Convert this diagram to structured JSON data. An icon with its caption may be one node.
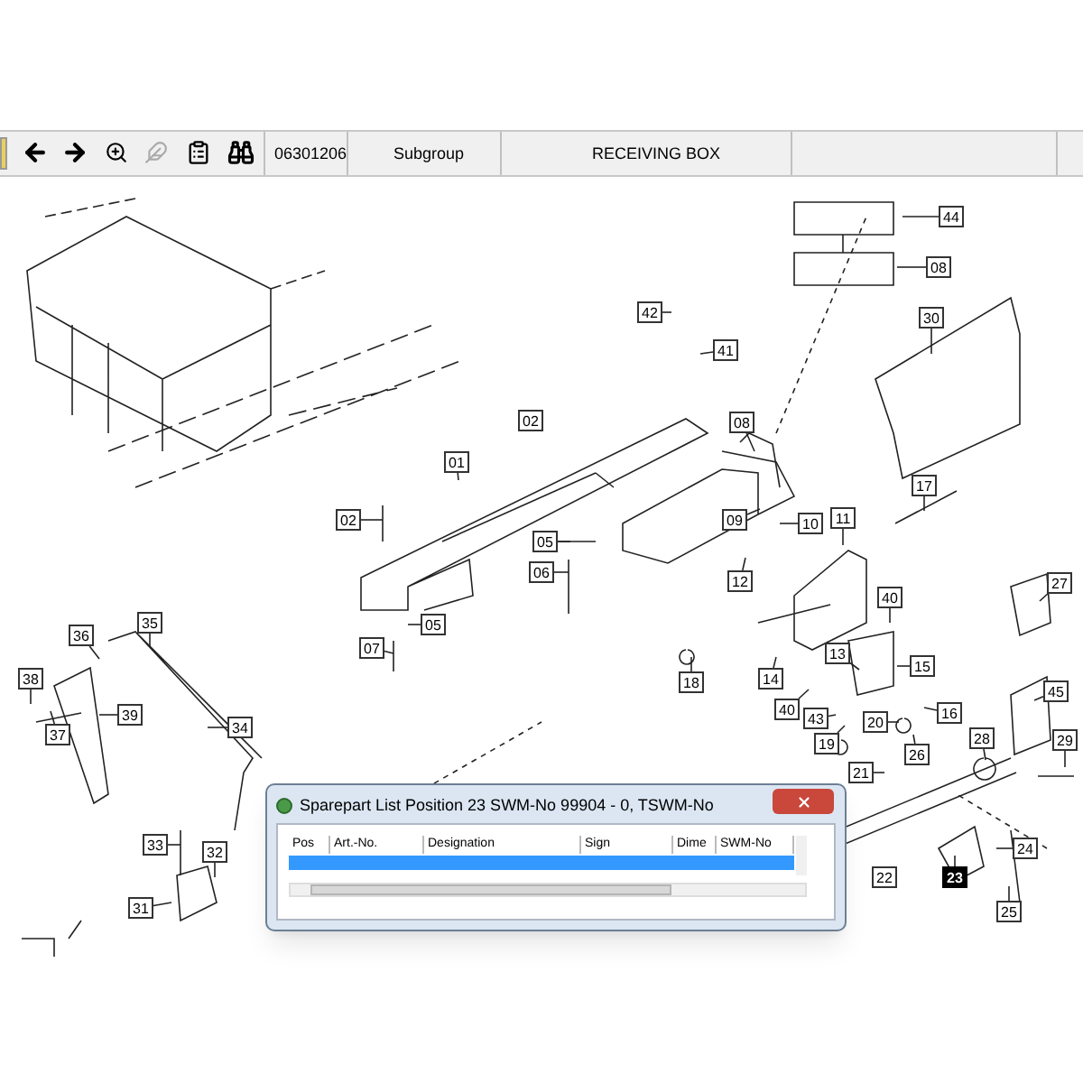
{
  "diagram": {
    "nodes": [
      {
        "text": [
          "44"
        ]
      },
      {
        "text": [
          "08"
        ]
      },
      {
        "text": [
          "42"
        ]
      },
      {
        "text": [
          "30"
        ]
      },
      {
        "text": [
          "41"
        ]
      },
      {
        "text": [
          "02"
        ]
      },
      {
        "text": [
          "08"
        ]
      },
      {
        "text": [
          "01"
        ]
      },
      {
        "text": [
          "02"
        ]
      },
      {
        "text": [
          "17"
        ]
      },
      {
        "text": [
          "09"
        ]
      },
      {
        "text": [
          "11"
        ]
      },
      {
        "text": [
          "10"
        ]
      },
      {
        "text": [
          "05"
        ]
      },
      {
        "text": [
          "06"
        ]
      },
      {
        "text": [
          "12"
        ]
      },
      {
        "text": [
          "27"
        ]
      },
      {
        "text": [
          "40"
        ]
      },
      {
        "text": [
          "35"
        ]
      },
      {
        "text": [
          "05"
        ]
      },
      {
        "text": [
          "36"
        ]
      },
      {
        "text": [
          "07"
        ]
      },
      {
        "text": [
          "38"
        ]
      },
      {
        "text": [
          "13"
        ]
      },
      {
        "text": [
          "15"
        ]
      },
      {
        "text": [
          "18"
        ]
      },
      {
        "text": [
          "14"
        ]
      },
      {
        "text": [
          "45"
        ]
      },
      {
        "text": [
          "40"
        ]
      },
      {
        "text": [
          "43"
        ]
      },
      {
        "text": [
          "39"
        ]
      },
      {
        "text": [
          "16"
        ]
      },
      {
        "text": [
          "20"
        ]
      },
      {
        "text": [
          "34"
        ]
      },
      {
        "text": [
          "37"
        ]
      },
      {
        "text": [
          "28"
        ]
      },
      {
        "text": [
          "29"
        ]
      },
      {
        "text": [
          "19"
        ]
      },
      {
        "text": [
          "26"
        ]
      },
      {
        "text": [
          "21"
        ]
      },
      {
        "text": [
          "33"
        ]
      },
      {
        "text": [
          "32"
        ]
      },
      {
        "text": [
          "24"
        ]
      },
      {
        "text": [
          "22"
        ]
      },
      {
        "text": [
          "23"
        ]
      },
      {
        "text": [
          "31"
        ]
      },
      {
        "text": [
          "25"
        ]
      }
    ],
    "edges": [
      {
        "from": 0,
        "to": null,
        "arrow": "none"
      },
      {
        "from": 1,
        "to": null,
        "arrow": "none"
      },
      {
        "from": 2,
        "to": null,
        "arrow": "none"
      },
      {
        "from": 3,
        "to": null,
        "arrow": "none"
      },
      {
        "from": 4,
        "to": null,
        "arrow": "none"
      },
      {
        "from": 6,
        "to": null,
        "arrow": "none"
      },
      {
        "from": 7,
        "to": null,
        "arrow": "none"
      },
      {
        "from": 8,
        "to": null,
        "arrow": "none"
      },
      {
        "from": 9,
        "to": null,
        "arrow": "none"
      },
      {
        "from": 10,
        "to": null,
        "arrow": "none"
      },
      {
        "from": 11,
        "to": null,
        "arrow": "none"
      },
      {
        "from": 12,
        "to": null,
        "arrow": "none"
      },
      {
        "from": 13,
        "to": null,
        "arrow": "none"
      },
      {
        "from": 14,
        "to": null,
        "arrow": "none"
      },
      {
        "from": 15,
        "to": null,
        "arrow": "none"
      },
      {
        "from": 16,
        "to": null,
        "arrow": "none"
      },
      {
        "from": 17,
        "to": null,
        "arrow": "none"
      },
      {
        "from": 18,
        "to": null,
        "arrow": "none"
      },
      {
        "from": 19,
        "to": null,
        "arrow": "none"
      },
      {
        "from": 20,
        "to": null,
        "arrow": "none"
      },
      {
        "from": 21,
        "to": null,
        "arrow": "none"
      },
      {
        "from": 22,
        "to": null,
        "arrow": "none"
      },
      {
        "from": 23,
        "to": null,
        "arrow": "none"
      },
      {
        "from": 24,
        "to": null,
        "arrow": "none"
      },
      {
        "from": 25,
        "to": null,
        "arrow": "none"
      },
      {
        "from": 26,
        "to": null,
        "arrow": "none"
      },
      {
        "from": 27,
        "to": null,
        "arrow": "none"
      },
      {
        "from": 28,
        "to": null,
        "arrow": "none"
      },
      {
        "from": 29,
        "to": null,
        "arrow": "none"
      },
      {
        "from": 30,
        "to": null,
        "arrow": "none"
      },
      {
        "from": 31,
        "to": null,
        "arrow": "none"
      },
      {
        "from": 32,
        "to": null,
        "arrow": "none"
      },
      {
        "from": 33,
        "to": null,
        "arrow": "none"
      },
      {
        "from": 34,
        "to": null,
        "arrow": "none"
      },
      {
        "from": 35,
        "to": null,
        "arrow": "none"
      },
      {
        "from": 36,
        "to": null,
        "arrow": "none"
      },
      {
        "from": 37,
        "to": null,
        "arrow": "none"
      },
      {
        "from": 38,
        "to": null,
        "arrow": "none"
      },
      {
        "from": 39,
        "to": null,
        "arrow": "none"
      },
      {
        "from": 40,
        "to": null,
        "arrow": "none"
      },
      {
        "from": 41,
        "to": null,
        "arrow": "none"
      },
      {
        "from": 42,
        "to": null,
        "arrow": "none"
      },
      {
        "from": 44,
        "to": null,
        "arrow": "none"
      },
      {
        "from": 45,
        "to": null,
        "arrow": "none"
      },
      {
        "from": 46,
        "to": null,
        "arrow": "none"
      }
    ],
    "labels": [
      "06301206",
      "Subgroup",
      "RECEIVING BOX",
      "Sparepart List Position 23 SWM-No 99904 - 0, TSWM-No",
      "Pos",
      "Art.-No.",
      "Designation",
      "Sign",
      "Dime",
      "SWM-No"
    ]
  }
}
